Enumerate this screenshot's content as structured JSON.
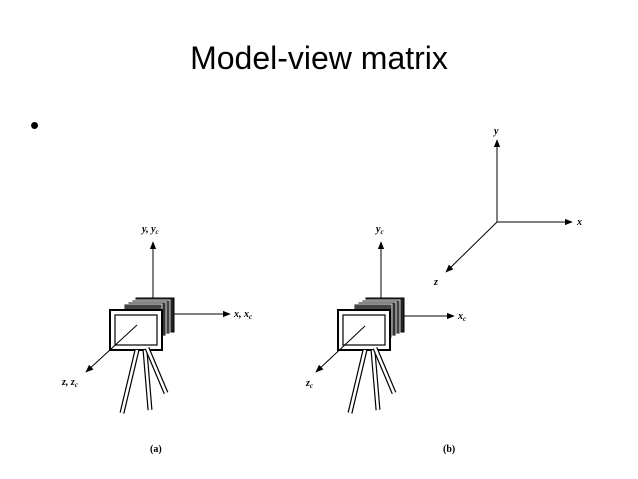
{
  "slide": {
    "title": "Model-view matrix",
    "bullet": "•"
  },
  "figure": {
    "panel_a": {
      "caption": "(a)",
      "label_y": {
        "main": "y, y",
        "sub": "c"
      },
      "label_x": {
        "main": "x, x",
        "sub": "c"
      },
      "label_z": {
        "main": "z, z",
        "sub": "c"
      }
    },
    "panel_b": {
      "caption": "(b)",
      "label_yc": {
        "main": "y",
        "sub": "c"
      },
      "label_xc": {
        "main": "x",
        "sub": "c"
      },
      "label_zc": {
        "main": "z",
        "sub": "c"
      },
      "world_y": "y",
      "world_x": "x",
      "world_z": "z"
    }
  }
}
